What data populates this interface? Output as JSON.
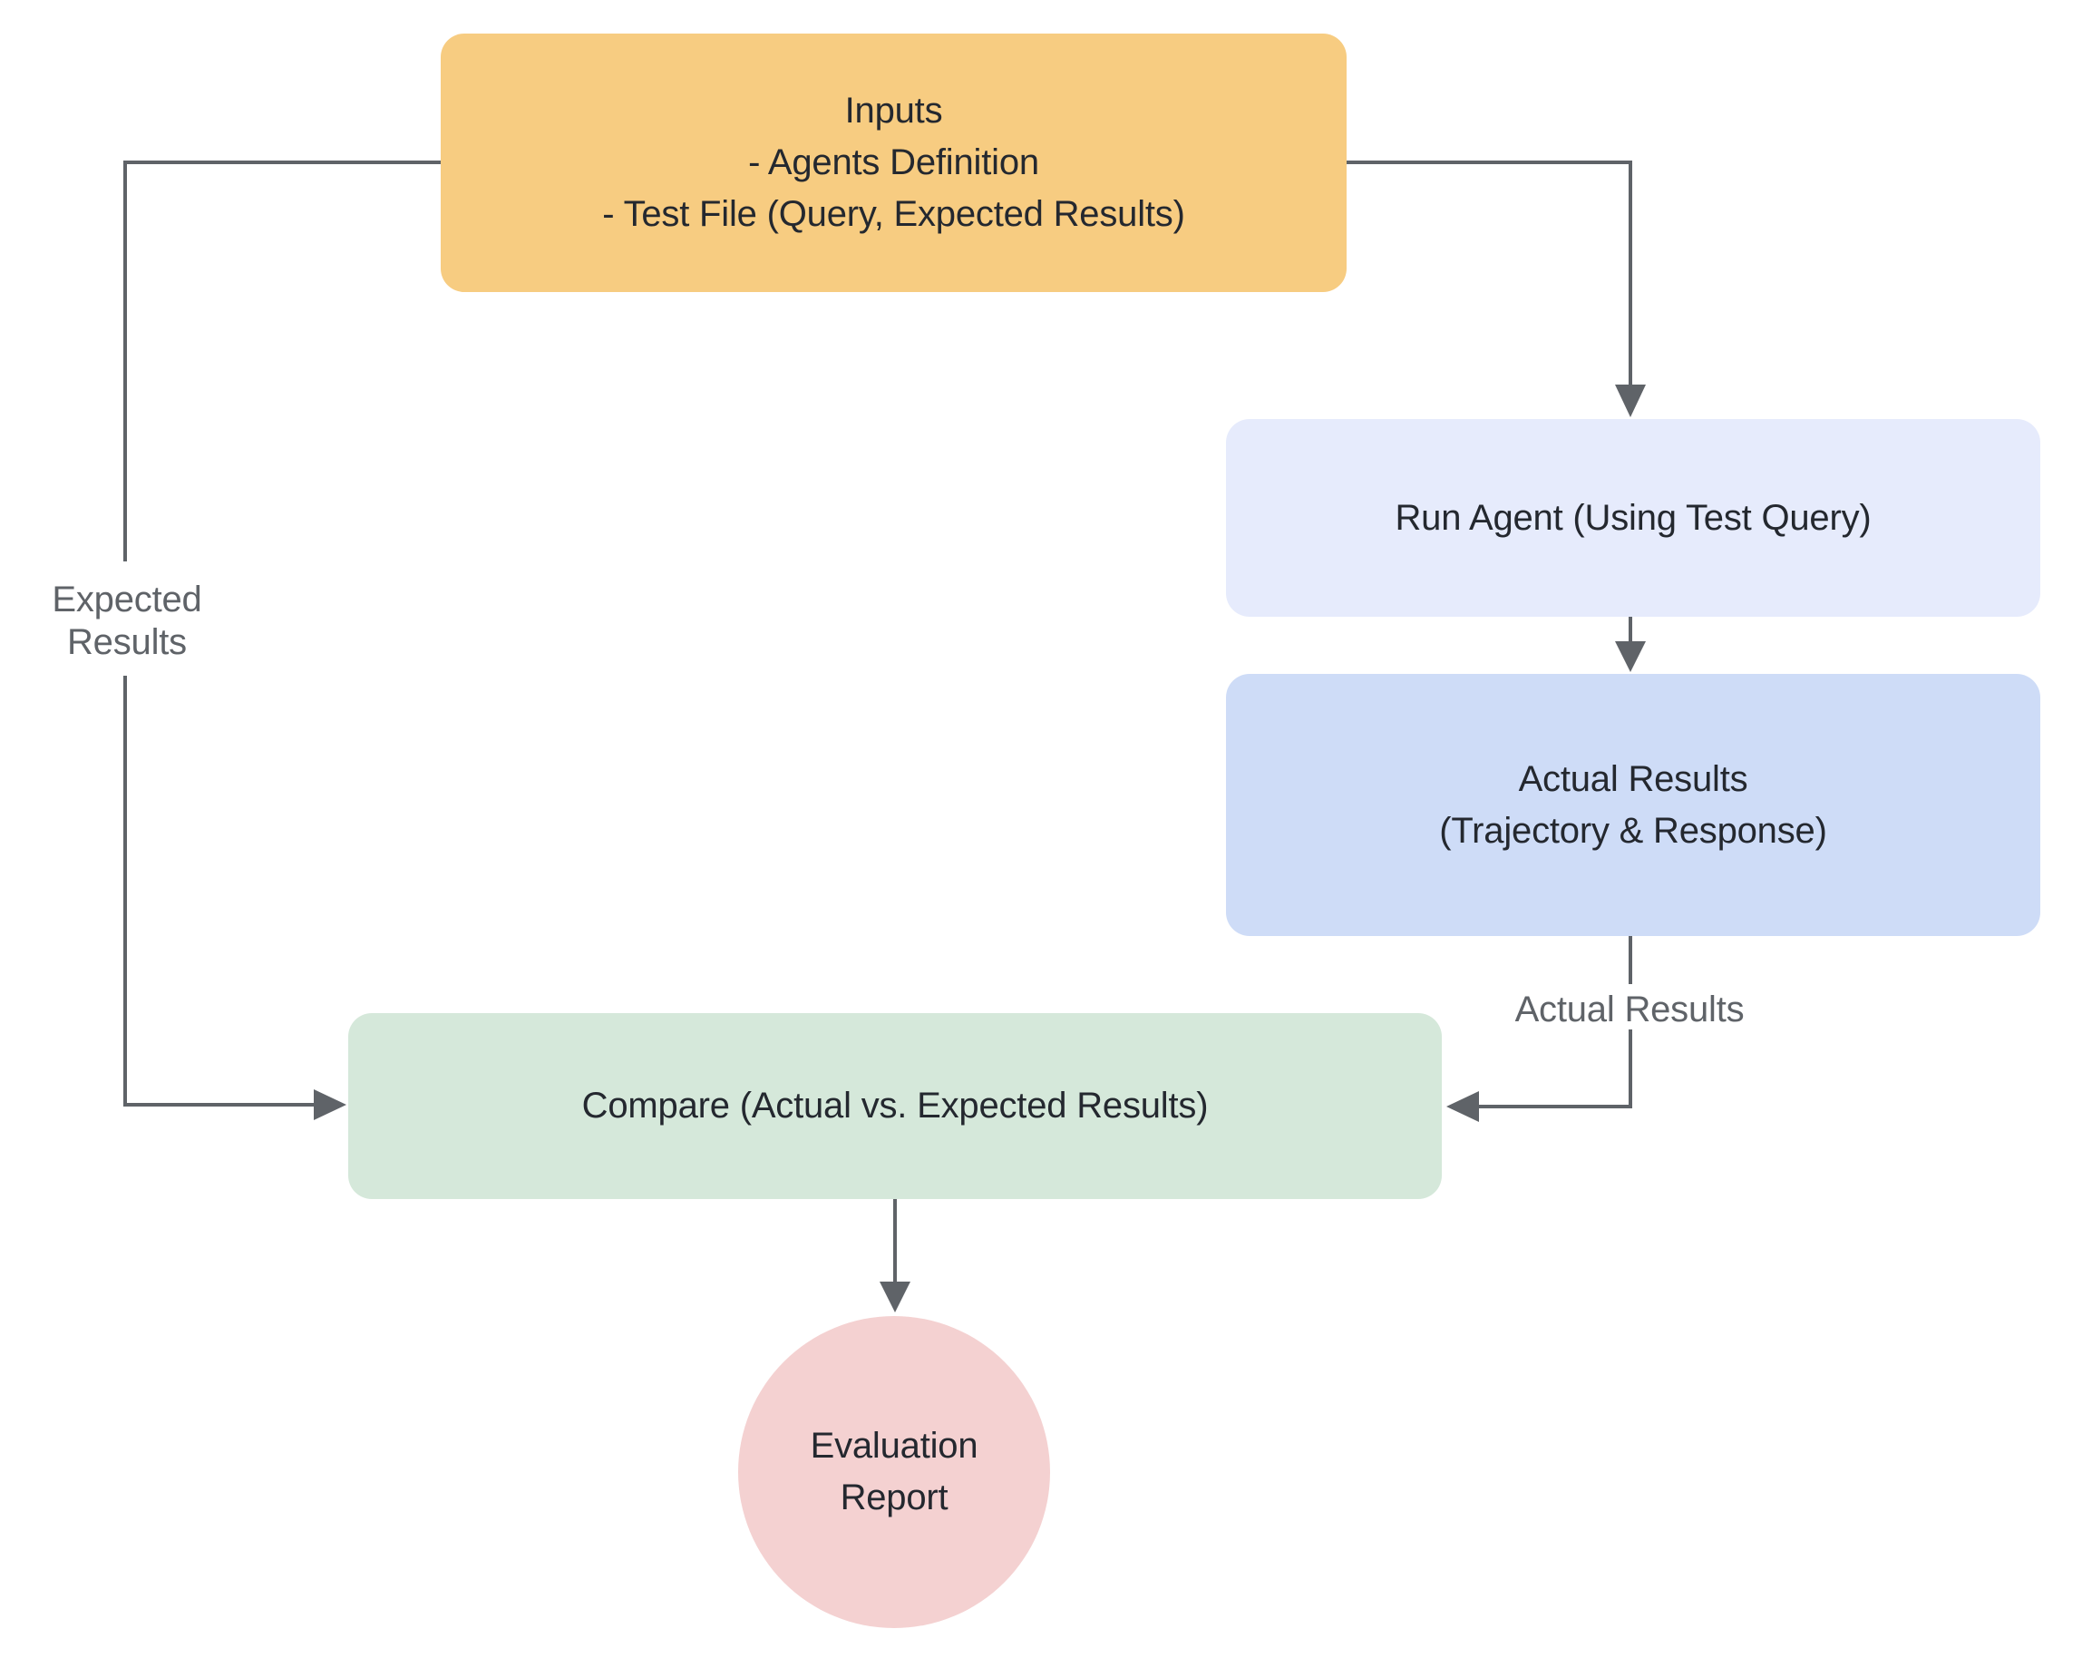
{
  "diagram": {
    "nodes": {
      "inputs": {
        "title": "Inputs",
        "items": [
          "- Agents Definition",
          "- Test File (Query, Expected Results)"
        ]
      },
      "run_agent": {
        "label": "Run Agent (Using Test Query)"
      },
      "actual_results": {
        "label": "Actual Results\n(Trajectory & Response)"
      },
      "compare": {
        "label": "Compare (Actual vs. Expected Results)"
      },
      "evaluation_report": {
        "label": "Evaluation\nReport"
      }
    },
    "edge_labels": {
      "expected_results": "Expected\nResults",
      "actual_results": "Actual Results"
    },
    "colors": {
      "inputs_fill": "#f7cc81",
      "run_agent_fill": "#e6ebfc",
      "actual_results_fill": "#cedcf7",
      "compare_fill": "#d5e8da",
      "evaluation_fill": "#f4d1d1",
      "connector": "#5f6368",
      "node_text": "#24282f",
      "edge_label_text": "#5f6368",
      "background": "#ffffff"
    }
  }
}
